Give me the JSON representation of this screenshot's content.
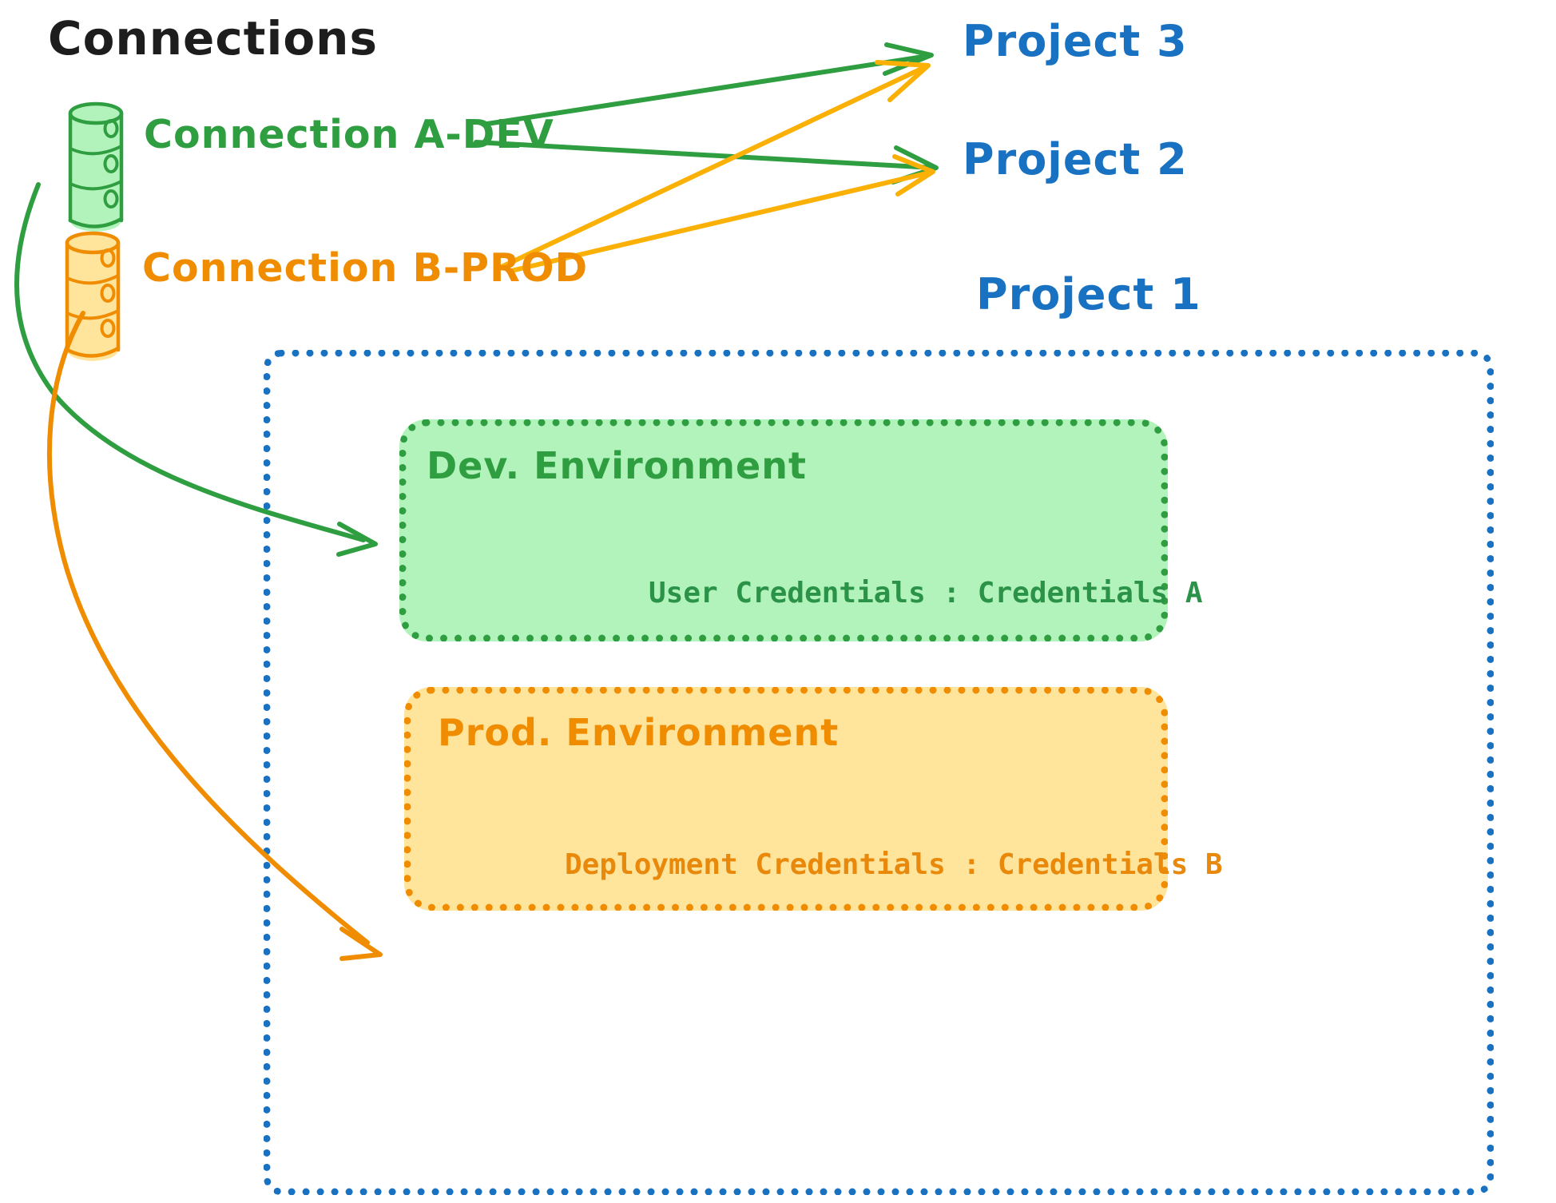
{
  "diagram": {
    "title": "Connections",
    "colors": {
      "green": "#2f9e41",
      "green_fill": "#b2f2bb",
      "orange": "#f08c00",
      "orange_fill": "#ffe49c",
      "blue": "#1971c2",
      "black": "#1d1d1d"
    }
  },
  "connections": [
    {
      "id": "a-dev",
      "label": "Connection A-DEV",
      "color": "#2f9e41",
      "icon": "database-icon"
    },
    {
      "id": "b-prod",
      "label": "Connection B-PROD",
      "color": "#f08c00",
      "icon": "database-icon"
    }
  ],
  "projects": [
    {
      "id": "project-3",
      "label": "Project 3"
    },
    {
      "id": "project-2",
      "label": "Project 2"
    },
    {
      "id": "project-1",
      "label": "Project 1"
    }
  ],
  "environments": [
    {
      "id": "dev",
      "title": "Dev. Environment",
      "credentials_label": "User Credentials",
      "credentials_value": "Credentials A",
      "credentials_line": "User Credentials : Credentials A",
      "color": "#2f9e41",
      "fill": "#b2f2bb"
    },
    {
      "id": "prod",
      "title": "Prod. Environment",
      "credentials_label": "Deployment Credentials",
      "credentials_value": "Credentials B",
      "credentials_line": "Deployment Credentials : Credentials B",
      "color": "#f08c00",
      "fill": "#ffe49c"
    }
  ],
  "edges": [
    {
      "id": "a-dev-to-project-3",
      "from": "Connection A-DEV",
      "to": "Project 3",
      "color": "#2f9e41"
    },
    {
      "id": "a-dev-to-project-2",
      "from": "Connection A-DEV",
      "to": "Project 2",
      "color": "#2f9e41"
    },
    {
      "id": "b-prod-to-project-3",
      "from": "Connection B-PROD",
      "to": "Project 3",
      "color": "#fab005"
    },
    {
      "id": "b-prod-to-project-2",
      "from": "Connection B-PROD",
      "to": "Project 2",
      "color": "#fab005"
    },
    {
      "id": "a-dev-to-dev-env",
      "from": "Connection A-DEV",
      "to": "Dev. Environment",
      "color": "#2f9e41"
    },
    {
      "id": "b-prod-to-prod-env",
      "from": "Connection B-PROD",
      "to": "Prod. Environment",
      "color": "#f08c00"
    }
  ]
}
